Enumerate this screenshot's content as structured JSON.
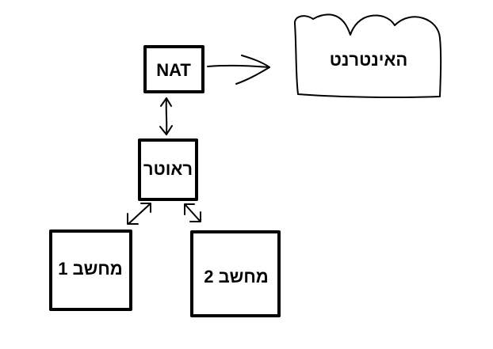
{
  "diagram": {
    "nodes": {
      "nat": {
        "label": "NAT"
      },
      "internet": {
        "label": "האינטרנט"
      },
      "router": {
        "label": "ראוטר"
      },
      "computer1": {
        "label": "מחשב 1"
      },
      "computer2": {
        "label": "מחשב 2"
      }
    },
    "edges": [
      {
        "from": "nat",
        "to": "internet",
        "direction": "forward"
      },
      {
        "from": "nat",
        "to": "router",
        "direction": "both"
      },
      {
        "from": "router",
        "to": "computer1",
        "direction": "both"
      },
      {
        "from": "router",
        "to": "computer2",
        "direction": "both"
      }
    ]
  }
}
